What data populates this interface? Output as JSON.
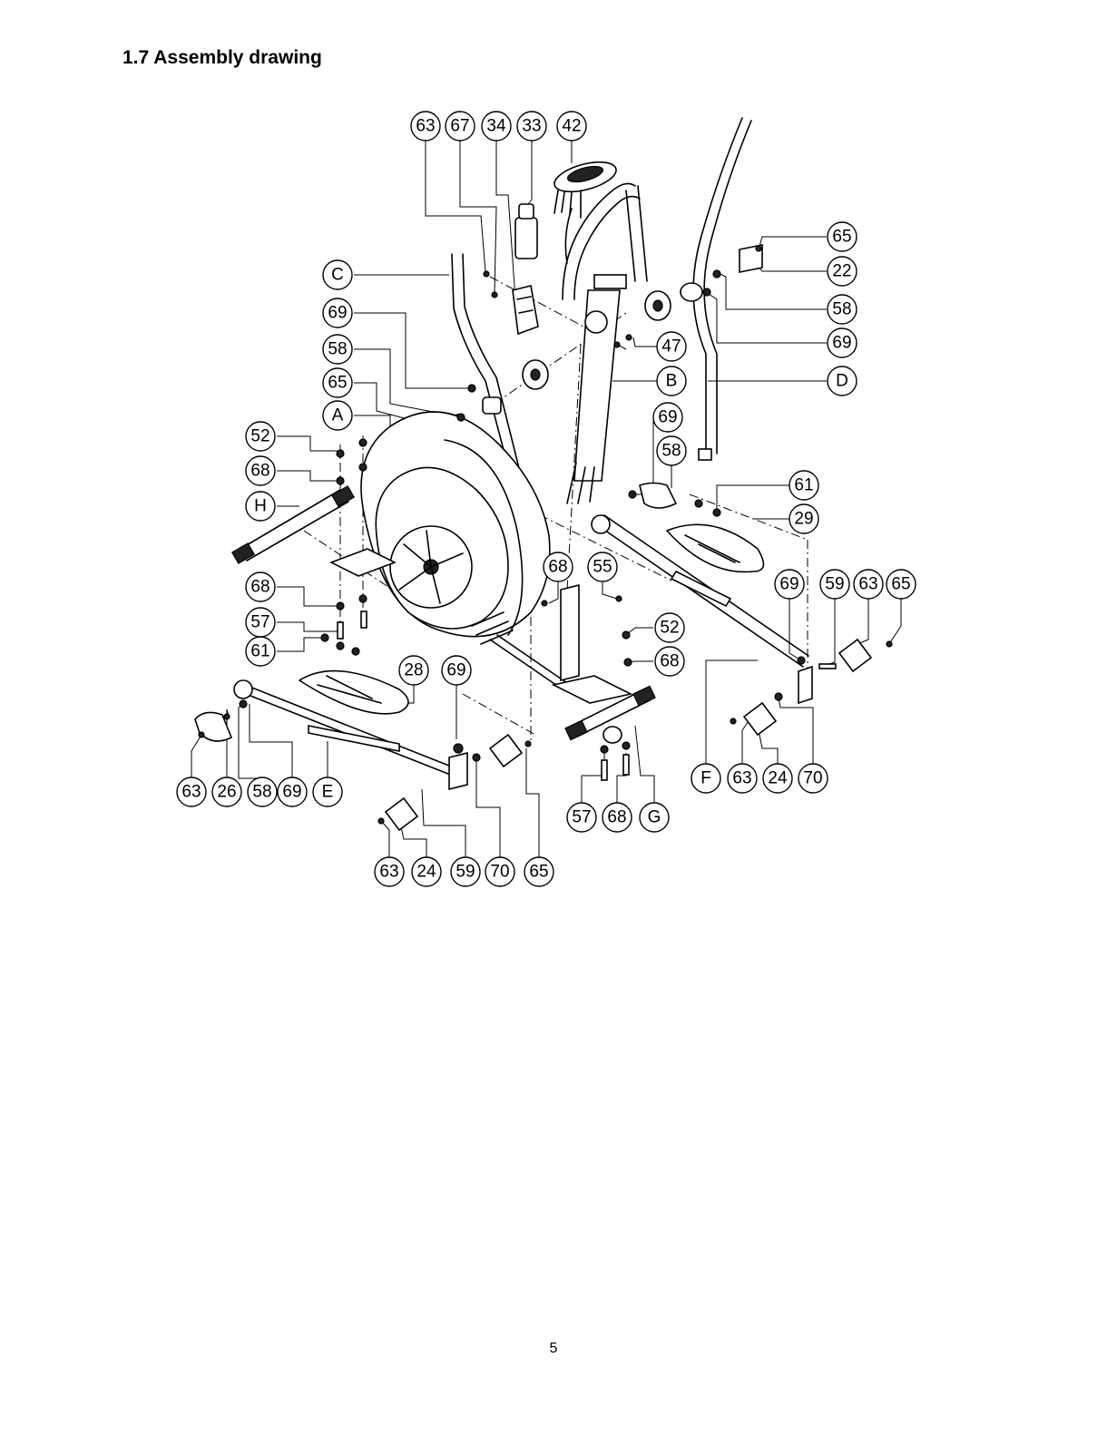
{
  "document": {
    "heading": "1.7 Assembly drawing",
    "page_number": "5"
  },
  "callouts": {
    "c63a": "63",
    "c67": "67",
    "c34": "34",
    "c33": "33",
    "c42": "42",
    "cC": "C",
    "c69a": "69",
    "c58a": "58",
    "c65a": "65",
    "cA": "A",
    "c52a": "52",
    "c68a": "68",
    "cH": "H",
    "c68b": "68",
    "c57a": "57",
    "c61a": "61",
    "c28": "28",
    "c69b": "69",
    "c68c": "68",
    "c55": "55",
    "c52b": "52",
    "c68d": "68",
    "c63b": "63",
    "c26": "26",
    "c58b": "58",
    "c69c": "69",
    "cE": "E",
    "c63c": "63",
    "c24a": "24",
    "c59a": "59",
    "c70a": "70",
    "c65b": "65",
    "c57b": "57",
    "c68e": "68",
    "cG": "G",
    "c65c": "65",
    "c22": "22",
    "c58c": "58",
    "c69d": "69",
    "cD": "D",
    "c47": "47",
    "cB": "B",
    "c69e": "69",
    "c58d": "58",
    "c61b": "61",
    "c29": "29",
    "c69f": "69",
    "c59b": "59",
    "c63d": "63",
    "c65d": "65",
    "cF": "F",
    "c63e": "63",
    "c24b": "24",
    "c70b": "70"
  }
}
